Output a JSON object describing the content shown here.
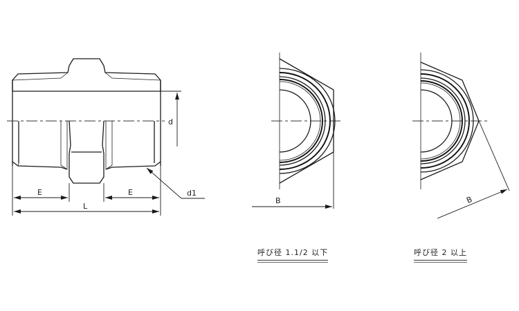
{
  "labels": {
    "d": "d",
    "d1": "d1",
    "E_left": "E",
    "E_right": "E",
    "L": "L",
    "B_small": "B",
    "B_large": "B"
  },
  "captions": {
    "small": "呼び径 1.1/2 以下",
    "large": "呼び径 2 以上"
  },
  "colors": {
    "line": "#1a1a1a",
    "background": "#ffffff"
  }
}
